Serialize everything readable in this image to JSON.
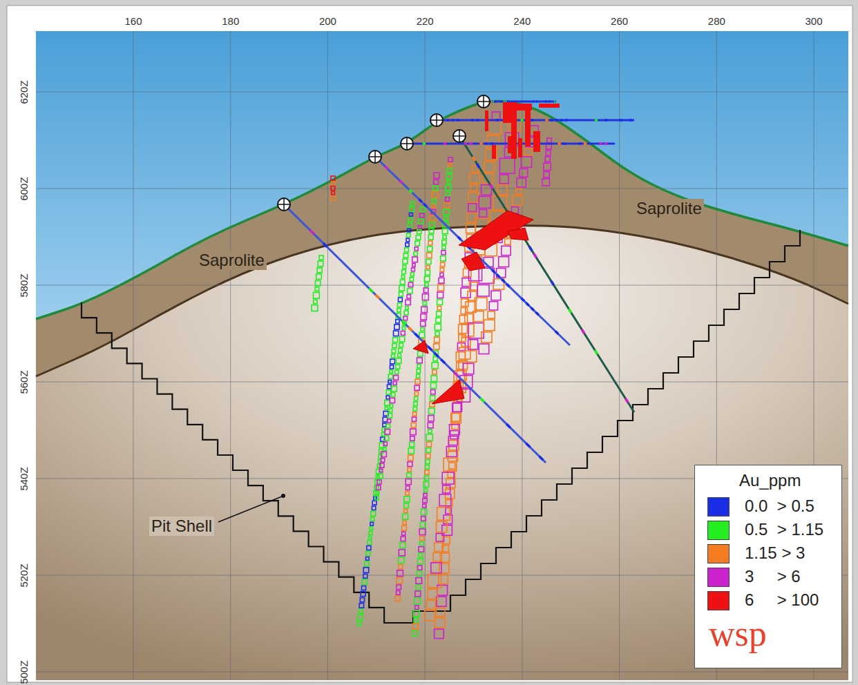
{
  "diagram": {
    "labels": [
      "160",
      "180",
      "200",
      "220",
      "240",
      "260",
      "280",
      "300",
      "620Z",
      "600Z",
      "580Z",
      "560Z",
      "540Z",
      "520Z",
      "500Z",
      "Saprolite",
      "Saprolite",
      "Pit Shell",
      "Au_ppm",
      "wsp"
    ],
    "legend": [
      {
        "text": "0.0  > 0.5",
        "color": "#1a2ee8"
      },
      {
        "text": "0.5  > 1.15",
        "color": "#22ee22"
      },
      {
        "text": "1.15 > 3",
        "color": "#f57c20"
      },
      {
        "text": "3     > 6",
        "color": "#cc22cc"
      },
      {
        "text": "6     > 100",
        "color": "#ee1111"
      }
    ]
  }
}
